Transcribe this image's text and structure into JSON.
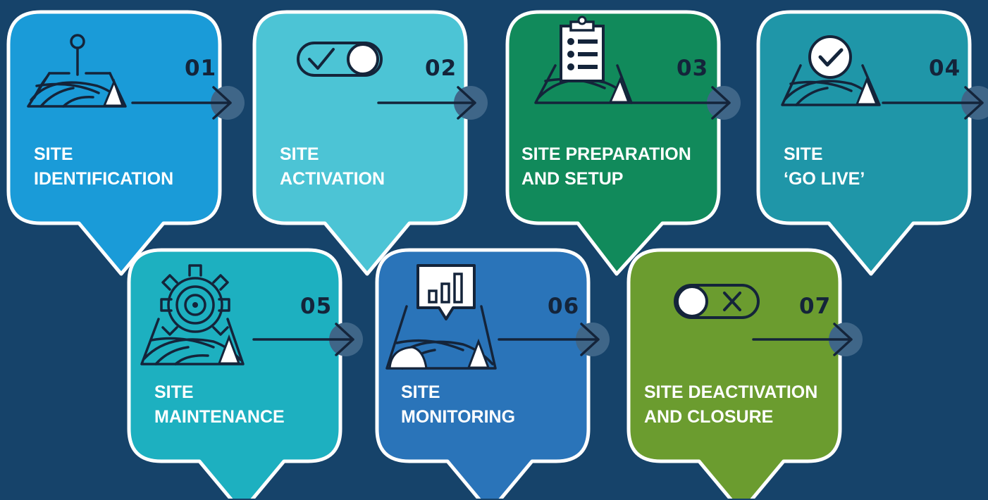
{
  "colors": {
    "background": "#16436a",
    "border": "#ffffff",
    "icon_stroke": "#14243a",
    "arrow_circle": "#3f6688"
  },
  "steps": [
    {
      "number": "01",
      "title_line1": "SITE",
      "title_line2": "IDENTIFICATION",
      "color": "#1a9bd8",
      "icon": "map-pin-icon"
    },
    {
      "number": "02",
      "title_line1": "SITE",
      "title_line2": "ACTIVATION",
      "color": "#4cc4d5",
      "icon": "toggle-on-icon"
    },
    {
      "number": "03",
      "title_line1": "SITE PREPARATION",
      "title_line2": "AND SETUP",
      "color": "#118a5b",
      "icon": "checklist-map-icon"
    },
    {
      "number": "04",
      "title_line1": "SITE",
      "title_line2": "‘GO LIVE’",
      "color": "#1f96a8",
      "icon": "checkmark-map-icon"
    },
    {
      "number": "05",
      "title_line1": "SITE",
      "title_line2": "MAINTENANCE",
      "color": "#1db0c0",
      "icon": "gear-map-icon"
    },
    {
      "number": "06",
      "title_line1": "SITE",
      "title_line2": "MONITORING",
      "color": "#2a74b9",
      "icon": "chart-map-icon"
    },
    {
      "number": "07",
      "title_line1": "SITE DEACTIVATION",
      "title_line2": "AND CLOSURE",
      "color": "#6b9c2f",
      "icon": "toggle-off-icon"
    }
  ]
}
